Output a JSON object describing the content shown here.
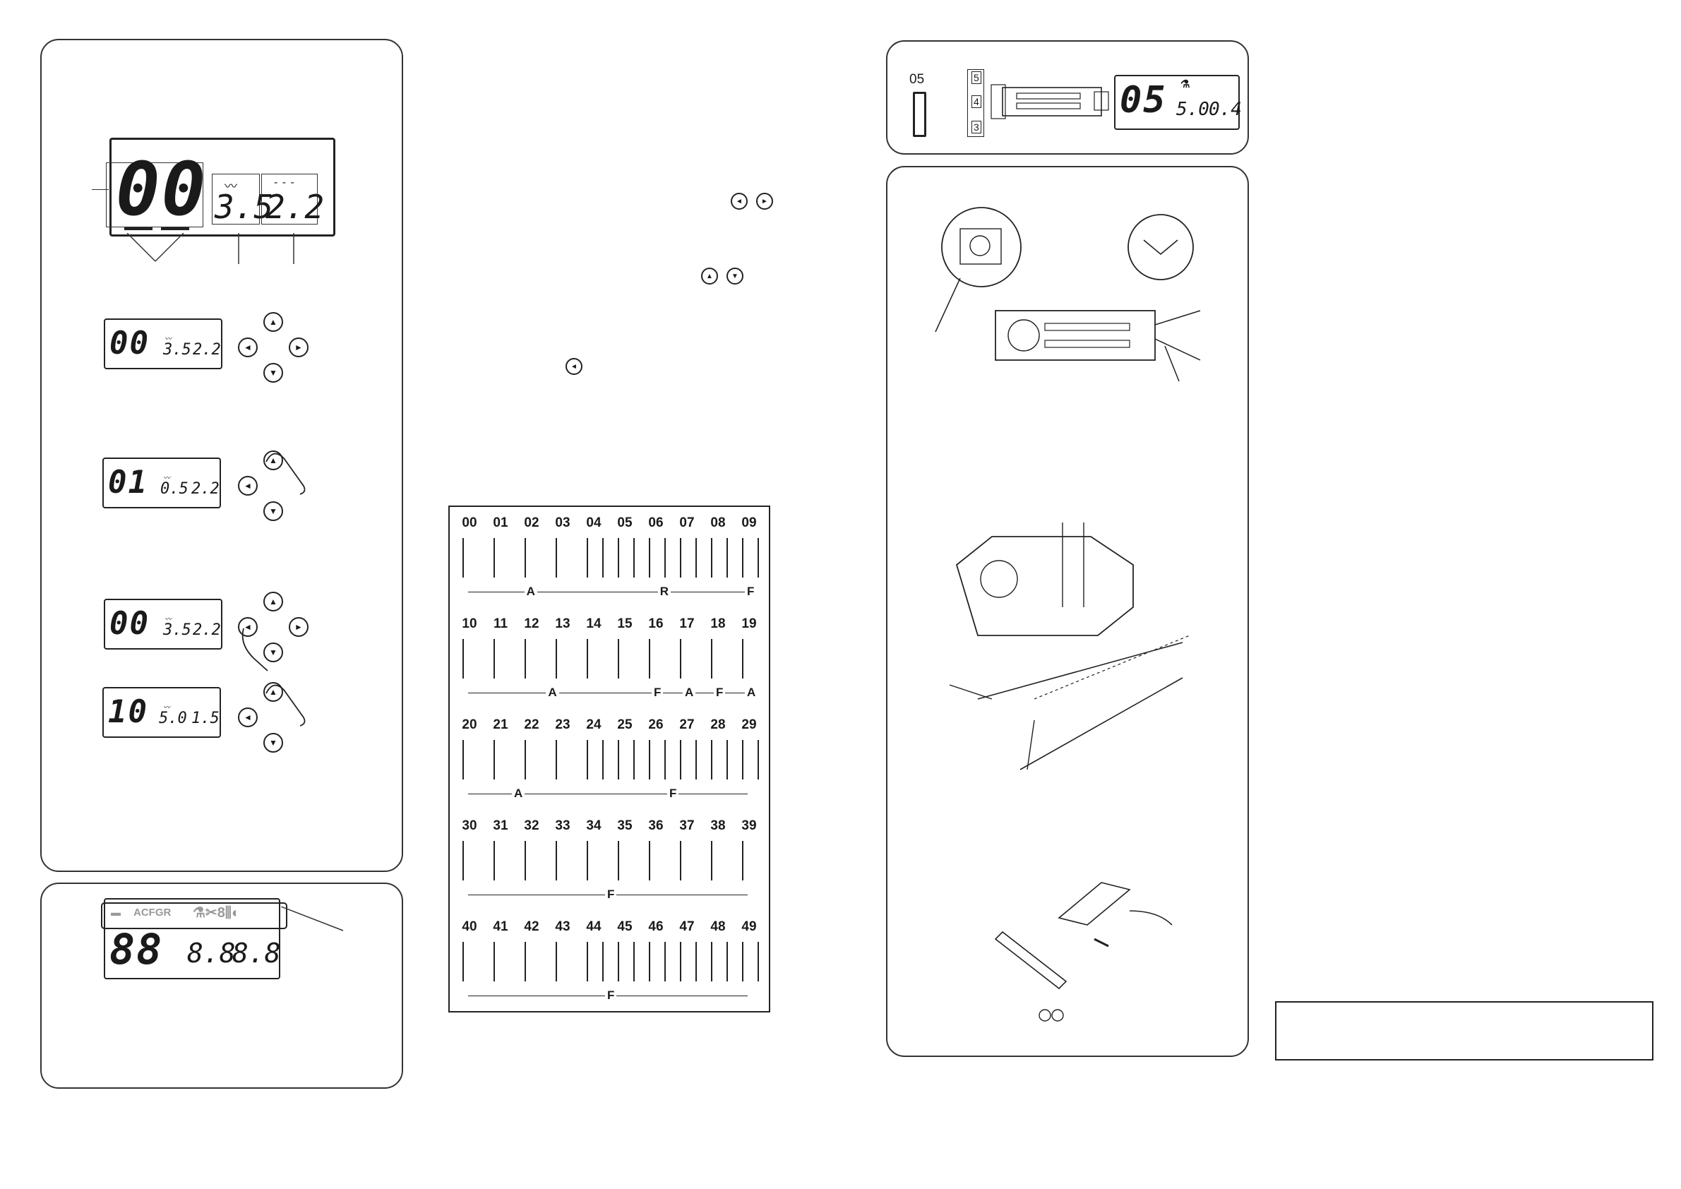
{
  "left_panel": {
    "lcd_main": {
      "pattern": "00",
      "width": "3.5",
      "length": "2.2"
    },
    "lcd_steps": [
      {
        "pattern": "00",
        "width": "3.5",
        "length": "2.2"
      },
      {
        "pattern": "01",
        "width": "0.5",
        "length": "2.2"
      },
      {
        "pattern": "00",
        "width": "3.5",
        "length": "2.2"
      },
      {
        "pattern": "10",
        "width": "5.0",
        "length": "1.5"
      }
    ]
  },
  "status_panel": {
    "indicators": "ACFGR",
    "lcd": {
      "pattern": "88",
      "width": "8.8",
      "length": "8.8"
    }
  },
  "buttonhole_panel": {
    "pattern_label": "05",
    "scale_marks": [
      "5",
      "4",
      "3"
    ],
    "lcd": {
      "pattern": "05",
      "width": "5.0",
      "length": "0.4"
    }
  },
  "stitch_chart": {
    "rows": [
      {
        "numbers": [
          "00",
          "01",
          "02",
          "03",
          "04",
          "05",
          "06",
          "07",
          "08",
          "09"
        ],
        "groups": [
          {
            "label": "A",
            "col": 1.9
          },
          {
            "label": "R",
            "col": 6.2
          },
          {
            "label": "F",
            "col": 9
          }
        ]
      },
      {
        "numbers": [
          "10",
          "11",
          "12",
          "13",
          "14",
          "15",
          "16",
          "17",
          "18",
          "19"
        ],
        "groups": [
          {
            "label": "A",
            "col": 2.6
          },
          {
            "label": "F",
            "col": 6
          },
          {
            "label": "A",
            "col": 7
          },
          {
            "label": "F",
            "col": 8
          },
          {
            "label": "A",
            "col": 9
          }
        ]
      },
      {
        "numbers": [
          "20",
          "21",
          "22",
          "23",
          "24",
          "25",
          "26",
          "27",
          "28",
          "29"
        ],
        "groups": [
          {
            "label": "A",
            "col": 1.5
          },
          {
            "label": "F",
            "col": 6.5
          }
        ]
      },
      {
        "numbers": [
          "30",
          "31",
          "32",
          "33",
          "34",
          "35",
          "36",
          "37",
          "38",
          "39"
        ],
        "groups": [
          {
            "label": "F",
            "col": 4.5
          }
        ]
      },
      {
        "numbers": [
          "40",
          "41",
          "42",
          "43",
          "44",
          "45",
          "46",
          "47",
          "48",
          "49"
        ],
        "groups": [
          {
            "label": "F",
            "col": 4.5
          }
        ]
      }
    ]
  },
  "icons": {
    "left_button": "left-arrow-icon",
    "right_button": "right-arrow-icon",
    "up_button": "up-arrow-icon",
    "down_button": "down-arrow-icon",
    "left_glyph": "◄",
    "right_glyph": "►",
    "up_glyph": "▲",
    "down_glyph": "▼"
  }
}
